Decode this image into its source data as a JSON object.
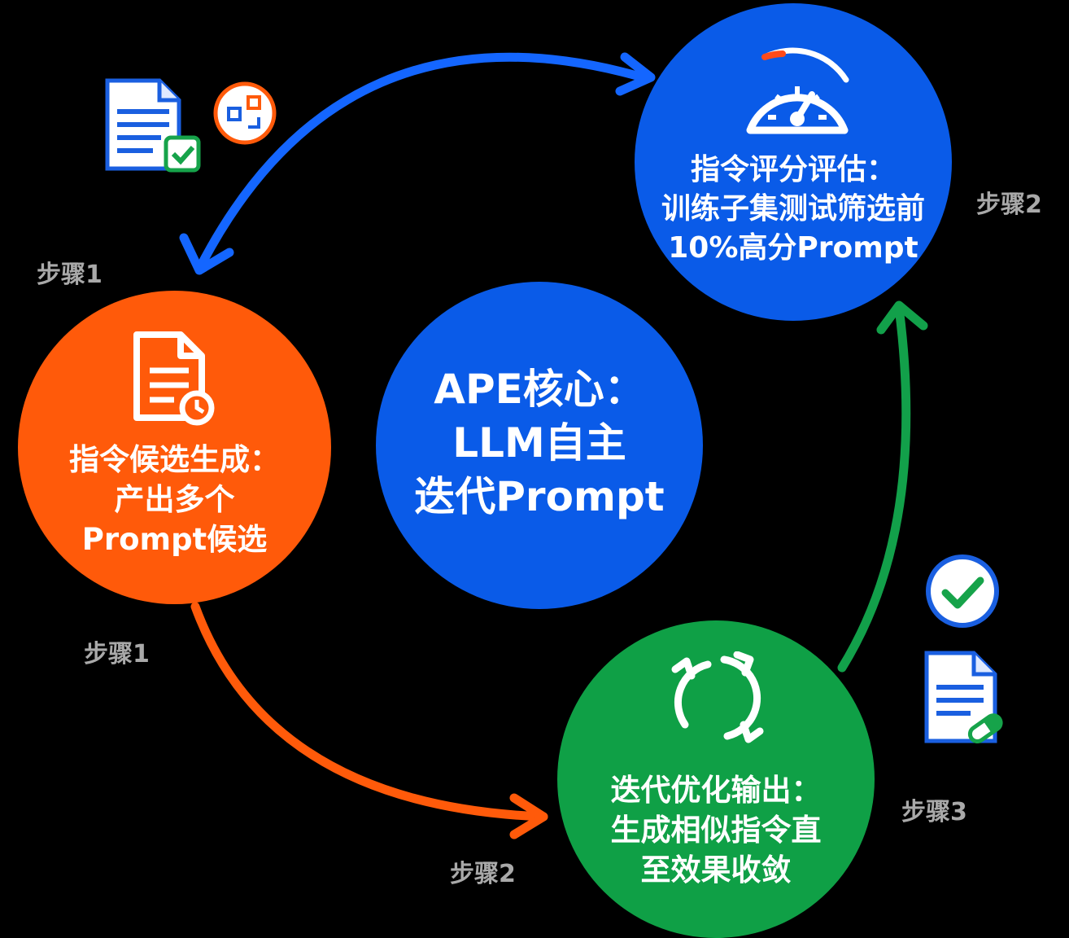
{
  "center": {
    "lines": [
      "APE核心：",
      "LLM自主",
      "迭代Prompt"
    ],
    "color": "#0a5be8"
  },
  "steps": [
    {
      "lines": [
        "指令候选生成：",
        "产出多个",
        "Prompt候选"
      ],
      "label": "步骤1",
      "color": "#ff5a0a",
      "icon": "document-clock-icon"
    },
    {
      "lines": [
        "指令评分评估：",
        "训练子集测试筛选前",
        "10%高分Prompt"
      ],
      "label": "步骤2",
      "color": "#0a5be8",
      "icon": "speedometer-icon"
    },
    {
      "lines": [
        "迭代优化输出：",
        "生成相似指令直",
        "至效果收敛"
      ],
      "label": "步骤3",
      "color": "#0fa046",
      "icon": "refresh-icon"
    }
  ],
  "extra_labels": [
    "步骤1",
    "步骤2"
  ],
  "arrow_colors": {
    "blue": "#1466ff",
    "orange": "#ff5a0a",
    "green": "#12a04a"
  }
}
